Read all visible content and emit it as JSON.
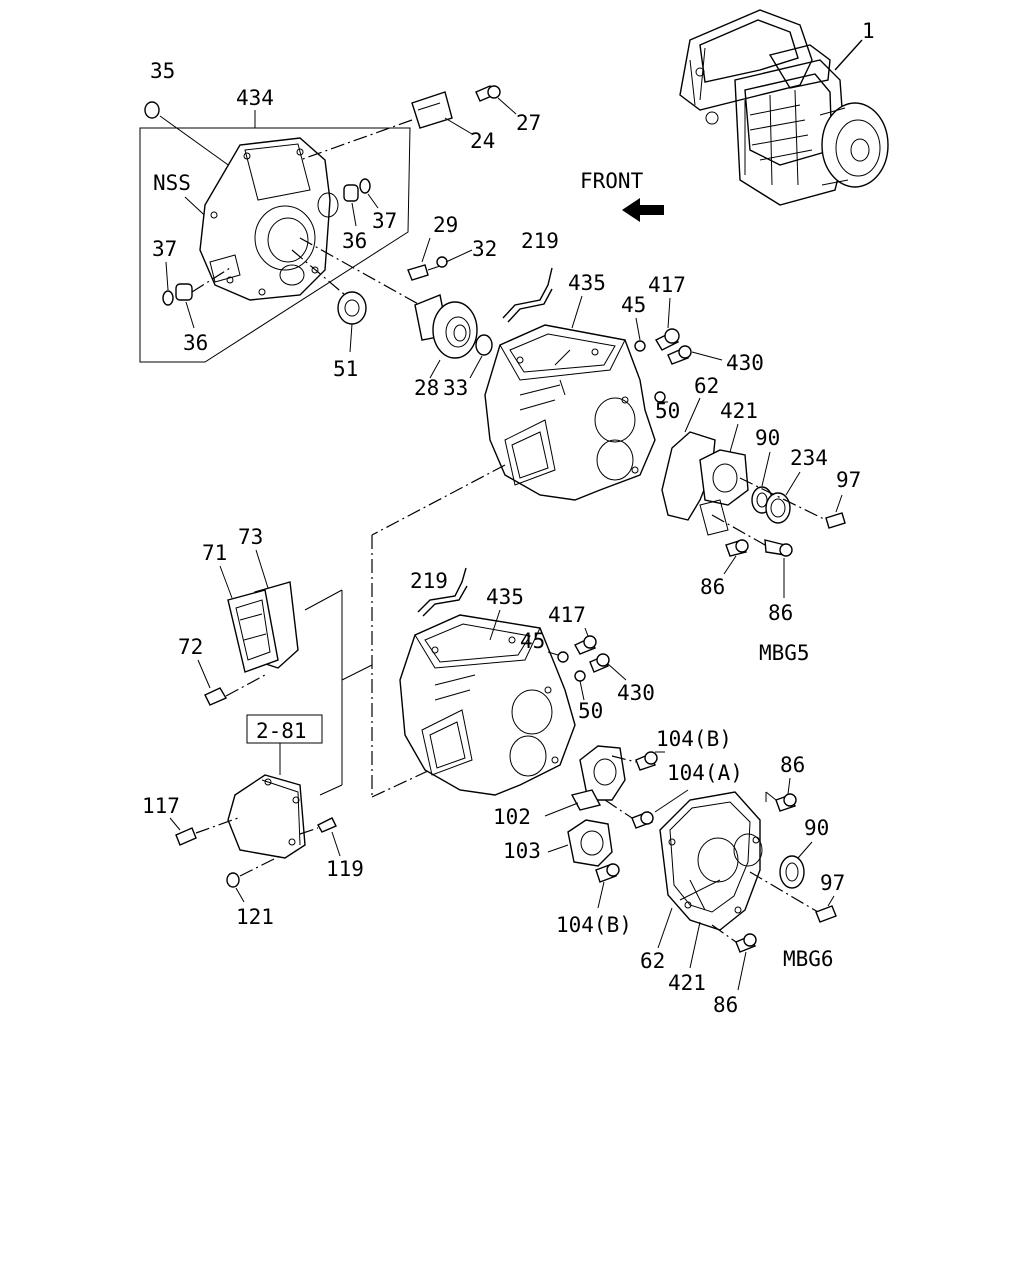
{
  "labels": {
    "l1": "1",
    "l35": "35",
    "l434": "434",
    "l27": "27",
    "l24": "24",
    "front": "FRONT",
    "nss": "NSS",
    "l37a": "37",
    "l36a": "36",
    "l37b": "37",
    "l36b": "36",
    "l29": "29",
    "l32": "32",
    "l219a": "219",
    "l435a": "435",
    "l45a": "45",
    "l417a": "417",
    "l430a": "430",
    "l51": "51",
    "l28": "28",
    "l33": "33",
    "l50a": "50",
    "l62a": "62",
    "l421a": "421",
    "l90a": "90",
    "l234": "234",
    "l97a": "97",
    "l86a": "86",
    "l86b": "86",
    "mbg5": "MBG5",
    "l71": "71",
    "l73": "73",
    "l72": "72",
    "l219b": "219",
    "l435b": "435",
    "l417b": "417",
    "l45b": "45",
    "l430b": "430",
    "l50b": "50",
    "ref281": "2-81",
    "l104b1": "104(B)",
    "l104a": "104(A)",
    "l86c": "86",
    "l102": "102",
    "l90b": "90",
    "l117": "117",
    "l103": "103",
    "l97b": "97",
    "l119": "119",
    "l121": "121",
    "l104b2": "104(B)",
    "l62b": "62",
    "l421b": "421",
    "mbg6": "MBG6",
    "l86d": "86"
  }
}
